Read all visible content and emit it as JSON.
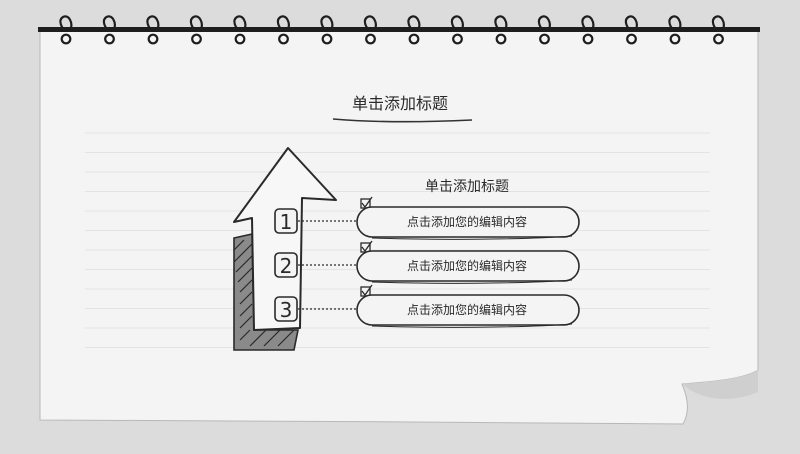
{
  "slide": {
    "title": "单击添加标题",
    "subtitle": "单击添加标题"
  },
  "steps": [
    {
      "number": "1",
      "text": "点击添加您的编辑内容"
    },
    {
      "number": "2",
      "text": "点击添加您的编辑内容"
    },
    {
      "number": "3",
      "text": "点击添加您的编辑内容"
    }
  ],
  "colors": {
    "background": "#dcdcdc",
    "paper": "#f4f4f4",
    "ink": "#2a2a2a",
    "rule_line": "#e3e3e3"
  },
  "icons": [
    "spiral-ring-icon",
    "up-arrow-icon",
    "checkbox-icon"
  ]
}
